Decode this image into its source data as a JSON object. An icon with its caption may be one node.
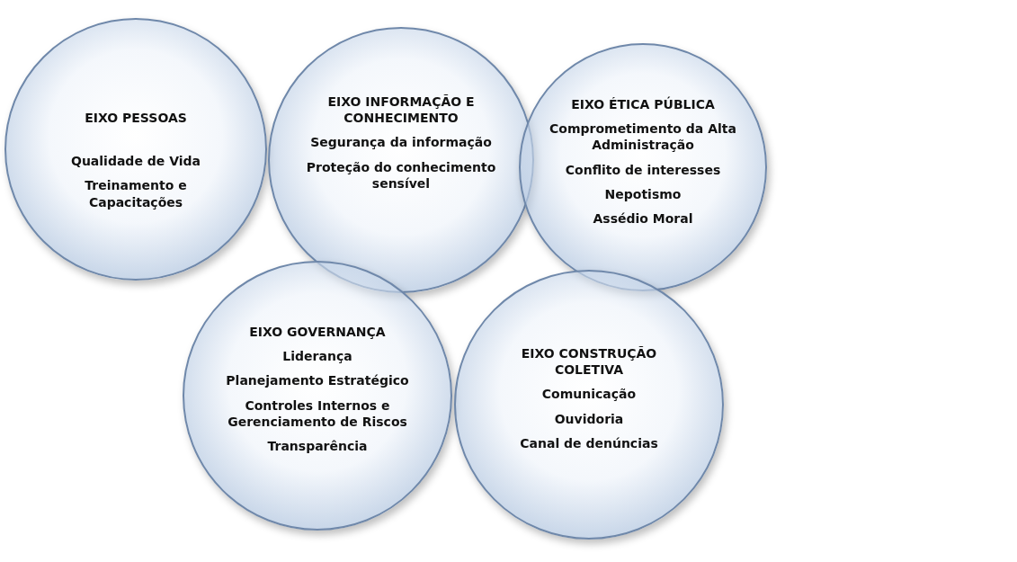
{
  "diagram": {
    "nodes": [
      {
        "text": [
          "EIXO PESSOAS",
          "Qualidade de Vida",
          "Treinamento e Capacitações"
        ]
      },
      {
        "text": [
          "EIXO INFORMAÇÃO E CONHECIMENTO",
          "Segurança da informação",
          "Proteção do conhecimento sensível"
        ]
      },
      {
        "text": [
          "EIXO ÉTICA PÚBLICA",
          "Comprometimento da Alta Administração",
          "Conflito de interesses",
          "Nepotismo",
          "Assédio Moral"
        ]
      },
      {
        "text": [
          "EIXO GOVERNANÇA",
          "Liderança",
          "Planejamento Estratégico",
          "Controles Internos e Gerenciamento de Riscos",
          "Transparência"
        ]
      },
      {
        "text": [
          "EIXO CONSTRUÇÃO COLETIVA",
          "Comunicação",
          "Ouvidoria",
          "Canal de denúncias"
        ]
      }
    ]
  }
}
